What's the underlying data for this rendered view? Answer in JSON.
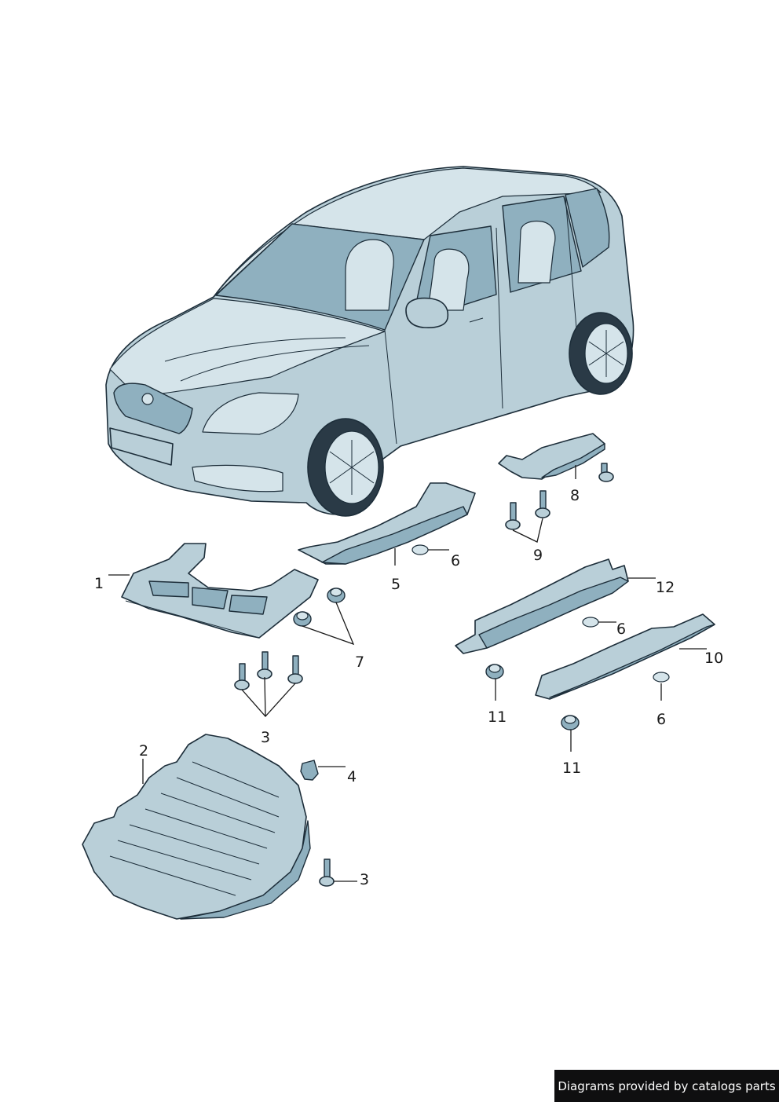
{
  "diagram": {
    "callouts": [
      {
        "id": "c1",
        "label": "1"
      },
      {
        "id": "c2",
        "label": "2"
      },
      {
        "id": "c3a",
        "label": "3"
      },
      {
        "id": "c3b",
        "label": "3"
      },
      {
        "id": "c4",
        "label": "4"
      },
      {
        "id": "c5",
        "label": "5"
      },
      {
        "id": "c6a",
        "label": "6"
      },
      {
        "id": "c6b",
        "label": "6"
      },
      {
        "id": "c6c",
        "label": "6"
      },
      {
        "id": "c7",
        "label": "7"
      },
      {
        "id": "c8",
        "label": "8"
      },
      {
        "id": "c9",
        "label": "9"
      },
      {
        "id": "c10",
        "label": "10"
      },
      {
        "id": "c11a",
        "label": "11"
      },
      {
        "id": "c11b",
        "label": "11"
      },
      {
        "id": "c12",
        "label": "12"
      }
    ]
  },
  "footer": {
    "credit": "Diagrams provided by catalogs parts"
  },
  "colors": {
    "part_fill": "#b9cfd8",
    "part_shade": "#8fb0bf",
    "outline": "#1d2e3a",
    "credit_bg": "#0f0f10"
  }
}
